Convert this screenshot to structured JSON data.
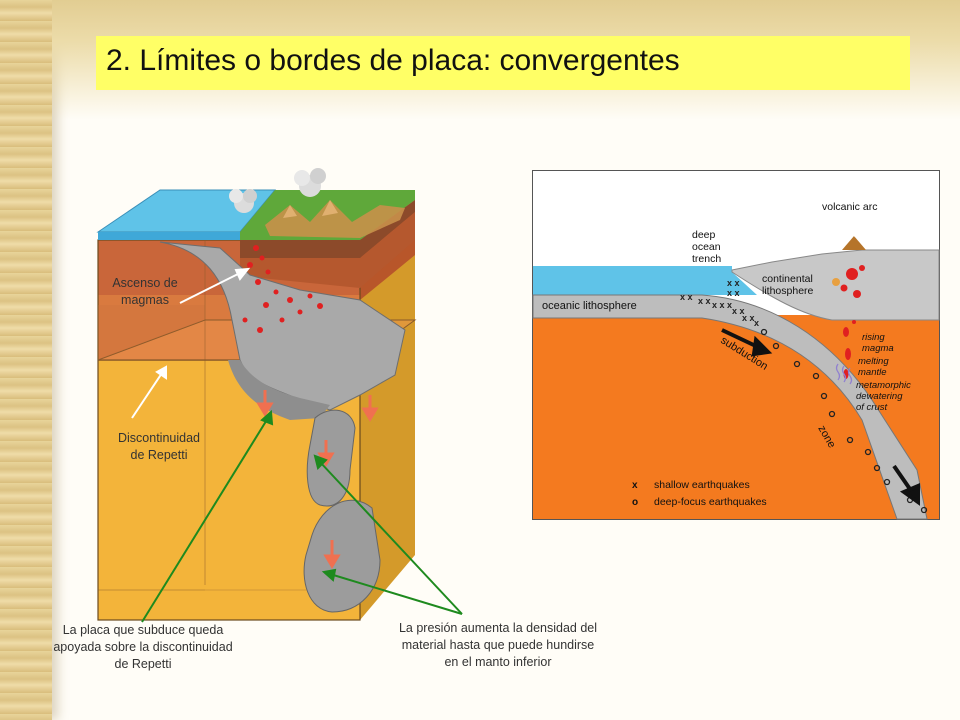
{
  "title": "2. Límites o bordes de placa: convergentes",
  "left_diagram": {
    "label_magmas": [
      "Ascenso de",
      "magmas"
    ],
    "label_repetti": [
      "Discontinuidad",
      "de Repetti"
    ],
    "caption_left": [
      "La placa que subduce queda",
      "apoyada sobre la discontinuidad",
      "de Repetti"
    ],
    "caption_right": [
      "La presión aumenta la densidad del",
      "material hasta que puede hundirse",
      "en el manto inferior"
    ]
  },
  "right_diagram": {
    "volcanic_arc": "volcanic arc",
    "deep_ocean_trench": [
      "deep",
      "ocean",
      "trench"
    ],
    "continental_lithosphere": [
      "continental",
      "lithosphere"
    ],
    "oceanic_lithosphere": "oceanic lithosphere",
    "subduction": "subduction",
    "zone": "zone",
    "rising_magma": [
      "rising",
      "magma"
    ],
    "melting_mantle": [
      "melting",
      "mantle"
    ],
    "metamorphic": [
      "metamorphic",
      "dewatering",
      "of crust"
    ],
    "legend_shallow": "shallow earthquakes",
    "legend_deep": "deep-focus earthquakes",
    "legend_x": "x",
    "legend_o": "o"
  },
  "colors": {
    "title_bg": "#ffff66",
    "ocean": "#5fc3e8",
    "mantle": "#f47a1f",
    "lithosphere": "#c8c8c8",
    "arrow_green": "#1e8a1e"
  }
}
